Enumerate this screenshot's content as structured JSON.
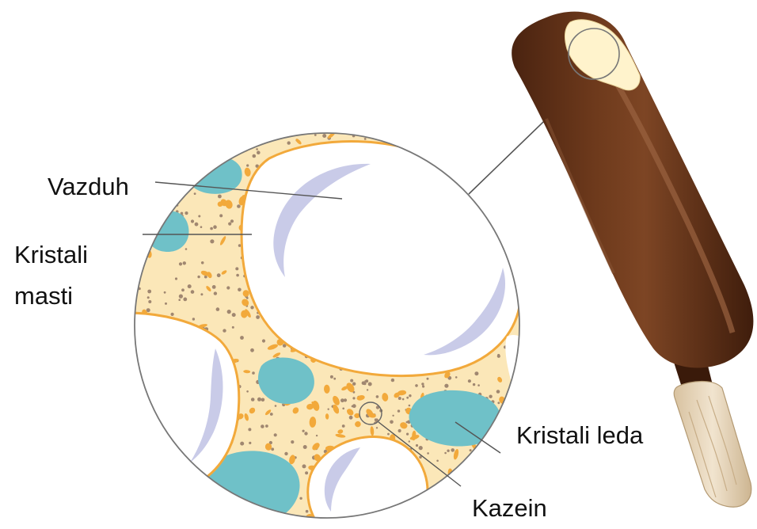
{
  "labels": {
    "air": "Vazduh",
    "fat_crystals_line1": "Kristali",
    "fat_crystals_line2": "masti",
    "ice_crystals": "Kristali leda",
    "casein": "Kazein"
  },
  "colors": {
    "background": "#ffffff",
    "matrix": "#fbe7b8",
    "fat_globule": "#f2a93b",
    "casein_dot": "#a08770",
    "ice_crystal": "#6fc1c8",
    "air_shadow": "#c9cbe8",
    "chocolate": "#5e2f16",
    "chocolate_highlight": "#8a5636",
    "ice_cream_core": "#fff3cc",
    "stick": "#e9d8bd",
    "leader_line": "#555555"
  }
}
